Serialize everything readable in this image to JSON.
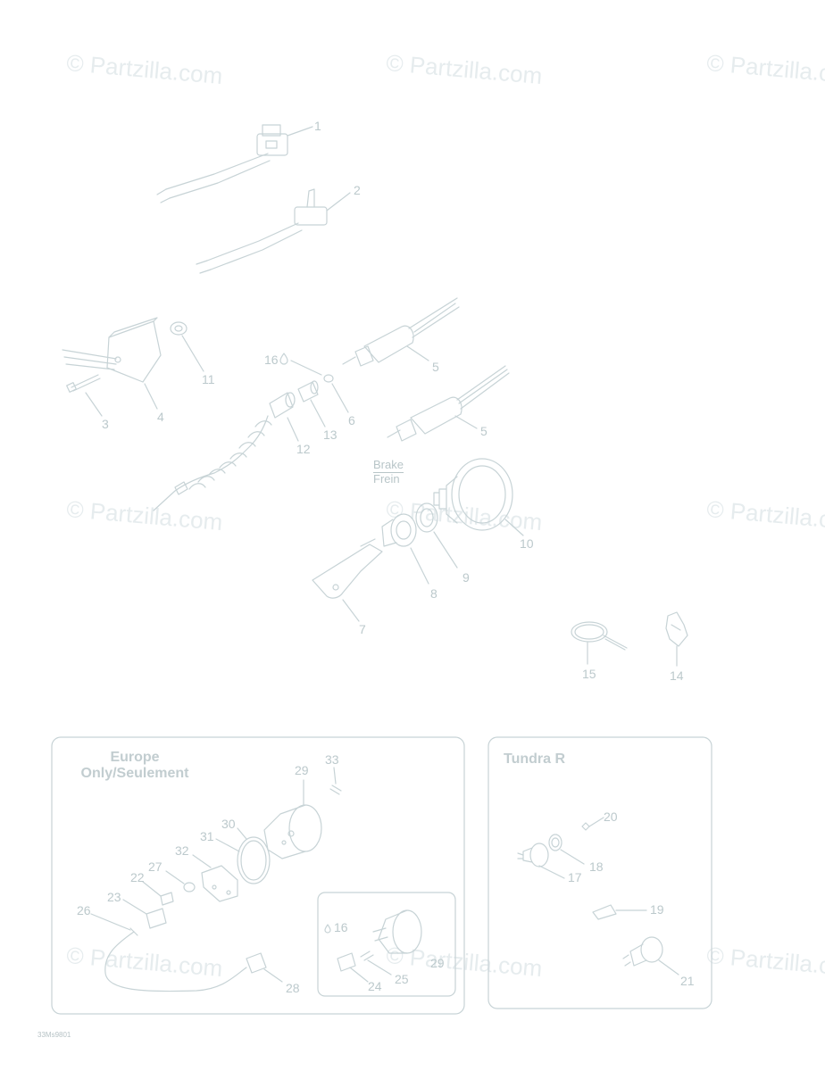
{
  "watermark": {
    "text": "© Partzilla.com"
  },
  "brake_label": {
    "line1": "Brake",
    "line2": "Frein"
  },
  "panels": {
    "europe": {
      "title_line1": "Europe",
      "title_line2": "Only/Seulement"
    },
    "tundra": {
      "title": "Tundra R"
    }
  },
  "callouts": {
    "c1": "1",
    "c2": "2",
    "c3": "3",
    "c4": "4",
    "c5a": "5",
    "c5b": "5",
    "c6": "6",
    "c7": "7",
    "c8": "8",
    "c9": "9",
    "c10": "10",
    "c11": "11",
    "c12": "12",
    "c13": "13",
    "c14": "14",
    "c15": "15",
    "c16a": "16",
    "c16b": "16",
    "c17": "17",
    "c18": "18",
    "c19": "19",
    "c20": "20",
    "c21": "21",
    "c22": "22",
    "c23": "23",
    "c24": "24",
    "c25": "25",
    "c26": "26",
    "c27": "27",
    "c28": "28",
    "c29": "29",
    "c29b": "29",
    "c30": "30",
    "c31": "31",
    "c32": "32",
    "c33": "33"
  },
  "reference_code": "33Ms9801",
  "colors": {
    "line": "#c7d3d6",
    "text": "#bcc9cc",
    "watermark": "#e6ecee"
  }
}
